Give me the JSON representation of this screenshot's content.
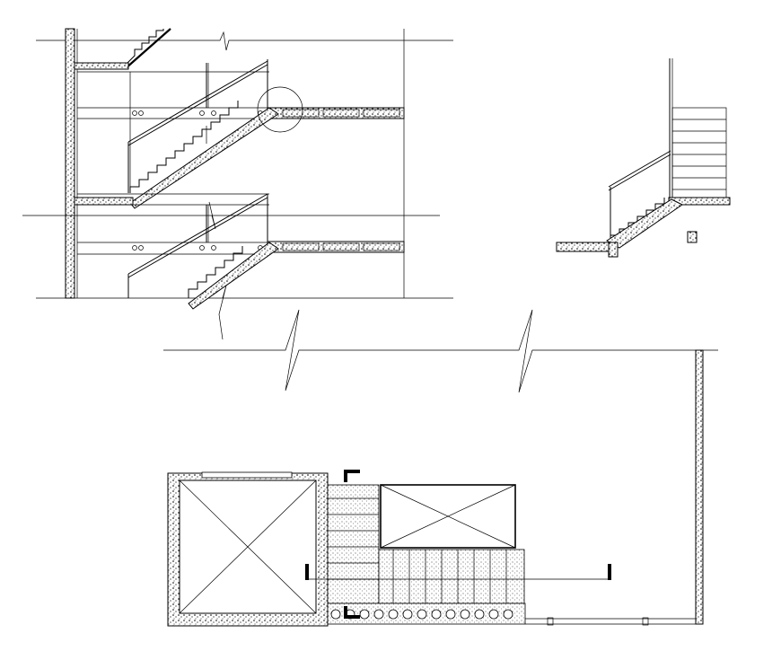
{
  "drawing": {
    "views": [
      "staircase-section",
      "staircase-detail",
      "staircase-plan"
    ]
  }
}
